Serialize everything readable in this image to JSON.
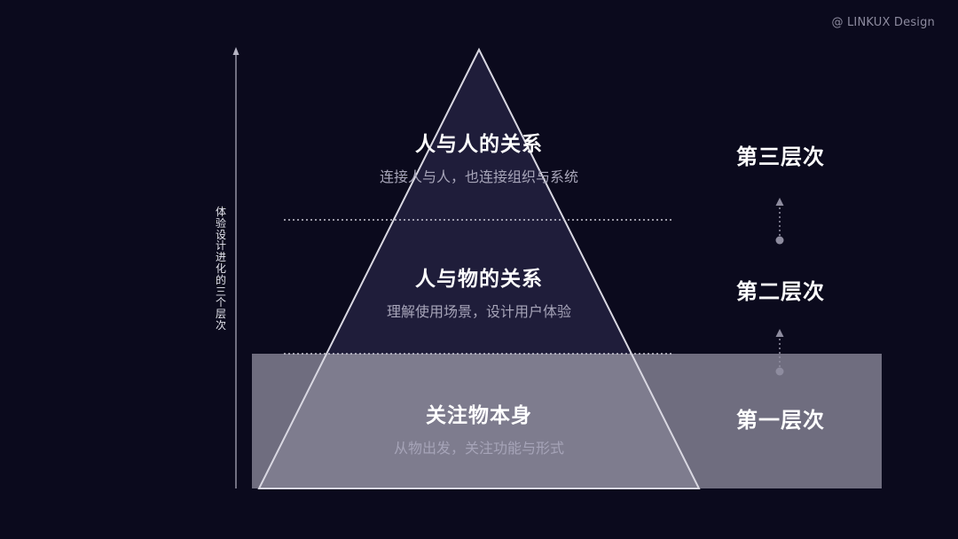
{
  "watermark": "@ LINKUX Design",
  "axis": {
    "label": "体验设计进化的三个层次"
  },
  "tiers": [
    {
      "title": "人与人的关系",
      "description": "连接人与人，也连接组织与系统"
    },
    {
      "title": "人与物的关系",
      "description": "理解使用场景，设计用户体验"
    },
    {
      "title": "关注物本身",
      "description": "从物出发，关注功能与形式"
    }
  ],
  "levels": [
    {
      "label": "第三层次"
    },
    {
      "label": "第二层次"
    },
    {
      "label": "第一层次"
    }
  ],
  "colors": {
    "background": "#0b0a1d",
    "pyramid_fill": "#1f1d3a",
    "highlight_band": "#6f6d7f",
    "outline": "#d9d8e2",
    "connector": "#8e8c9f"
  }
}
